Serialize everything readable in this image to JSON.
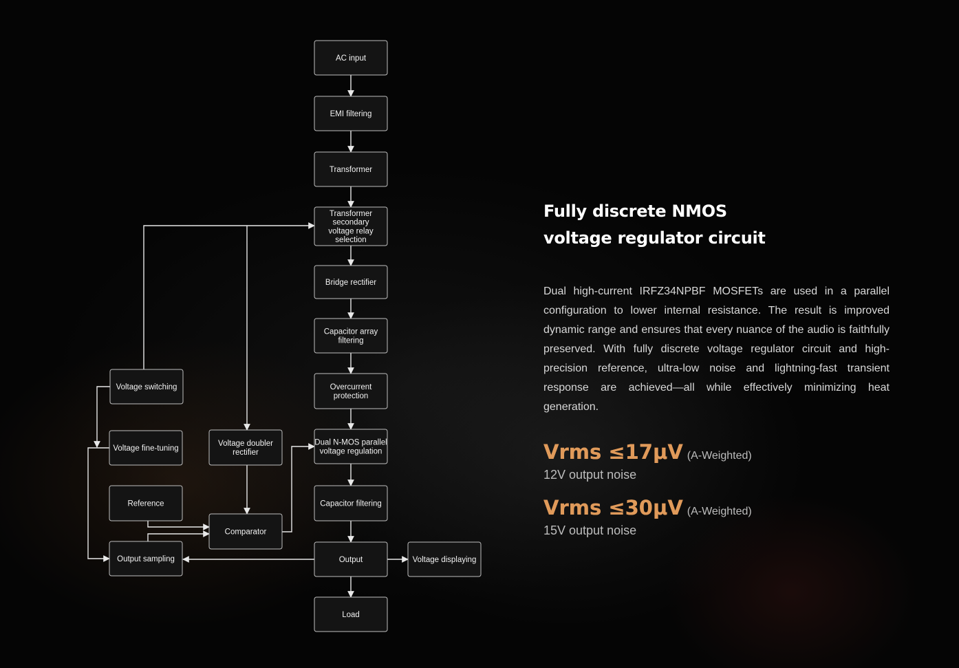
{
  "diagram": {
    "nodes": [
      {
        "id": "ac_input",
        "lines": [
          "AC input"
        ]
      },
      {
        "id": "emi_filtering",
        "lines": [
          "EMI filtering"
        ]
      },
      {
        "id": "transformer",
        "lines": [
          "Transformer"
        ]
      },
      {
        "id": "relay_selection",
        "lines": [
          "Transformer",
          "secondary",
          "voltage relay",
          "selection"
        ]
      },
      {
        "id": "bridge_rectifier",
        "lines": [
          "Bridge rectifier"
        ]
      },
      {
        "id": "capacitor_array",
        "lines": [
          "Capacitor array",
          "filtering"
        ]
      },
      {
        "id": "overcurrent",
        "lines": [
          "Overcurrent",
          "protection"
        ]
      },
      {
        "id": "nmos_regulation",
        "lines": [
          "Dual N-MOS parallel",
          "voltage regulation"
        ]
      },
      {
        "id": "capacitor_filtering",
        "lines": [
          "Capacitor filtering"
        ]
      },
      {
        "id": "output",
        "lines": [
          "Output"
        ]
      },
      {
        "id": "load",
        "lines": [
          "Load"
        ]
      },
      {
        "id": "voltage_displaying",
        "lines": [
          "Voltage displaying"
        ]
      },
      {
        "id": "voltage_switching",
        "lines": [
          "Voltage switching"
        ]
      },
      {
        "id": "voltage_fine_tuning",
        "lines": [
          "Voltage fine-tuning"
        ]
      },
      {
        "id": "voltage_doubler",
        "lines": [
          "Voltage doubler",
          "rectifier"
        ]
      },
      {
        "id": "reference",
        "lines": [
          "Reference"
        ]
      },
      {
        "id": "comparator",
        "lines": [
          "Comparator"
        ]
      },
      {
        "id": "output_sampling",
        "lines": [
          "Output sampling"
        ]
      }
    ],
    "edges": [
      {
        "from": "ac_input",
        "to": "emi_filtering"
      },
      {
        "from": "emi_filtering",
        "to": "transformer"
      },
      {
        "from": "transformer",
        "to": "relay_selection"
      },
      {
        "from": "relay_selection",
        "to": "bridge_rectifier"
      },
      {
        "from": "bridge_rectifier",
        "to": "capacitor_array"
      },
      {
        "from": "capacitor_array",
        "to": "overcurrent"
      },
      {
        "from": "overcurrent",
        "to": "nmos_regulation"
      },
      {
        "from": "nmos_regulation",
        "to": "capacitor_filtering"
      },
      {
        "from": "capacitor_filtering",
        "to": "output"
      },
      {
        "from": "output",
        "to": "load"
      },
      {
        "from": "output",
        "to": "voltage_displaying"
      },
      {
        "from": "output",
        "to": "output_sampling"
      },
      {
        "from": "voltage_switching",
        "to": "relay_selection"
      },
      {
        "from": "voltage_switching",
        "to": "voltage_fine_tuning"
      },
      {
        "from": "relay_selection",
        "to": "voltage_doubler"
      },
      {
        "from": "voltage_doubler",
        "to": "comparator"
      },
      {
        "from": "reference",
        "to": "comparator"
      },
      {
        "from": "output_sampling",
        "to": "comparator"
      },
      {
        "from": "comparator",
        "to": "nmos_regulation"
      },
      {
        "from": "voltage_fine_tuning",
        "to": "output_sampling"
      }
    ]
  },
  "panel": {
    "title_line1": "Fully discrete NMOS",
    "title_line2": "voltage regulator circuit",
    "description": "Dual high-current IRFZ34NPBF MOSFETs are used in a parallel configuration to lower internal resistance. The result is improved dynamic range and ensures that every nuance of the audio is faithfully preserved. With fully discrete voltage regulator circuit and high-precision reference, ultra-low noise and lightning-fast transient response are achieved—all while effectively minimizing heat generation.",
    "specs": [
      {
        "value": "Vrms ≤17μV",
        "weighting": "(A-Weighted)",
        "label": "12V output noise"
      },
      {
        "value": "Vrms ≤30μV",
        "weighting": "(A-Weighted)",
        "label": "15V output noise"
      }
    ]
  }
}
